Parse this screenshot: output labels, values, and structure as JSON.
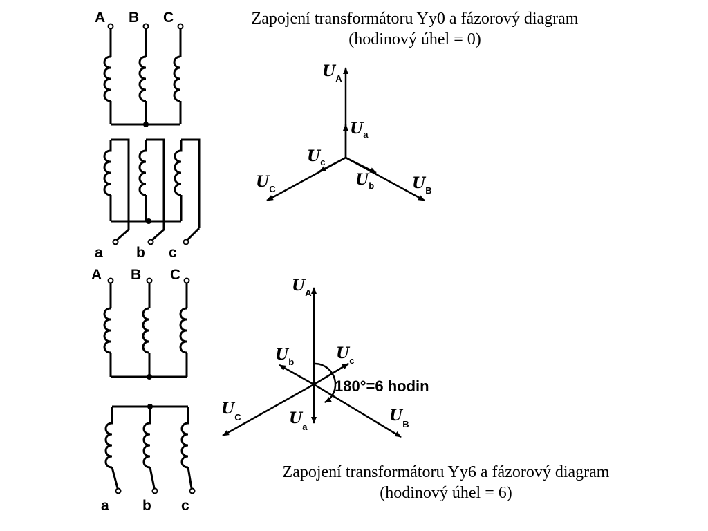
{
  "titles": {
    "yy0_line1": "Zapojení transformátoru Yy0 a fázorový diagram",
    "yy0_line2": "(hodinový úhel = 0)",
    "yy6_line1": "Zapojení transformátoru Yy6 a fázorový diagram",
    "yy6_line2": "(hodinový úhel = 6)"
  },
  "terminals": {
    "primary": [
      "A",
      "B",
      "C"
    ],
    "secondary": [
      "a",
      "b",
      "c"
    ]
  },
  "phasor_symbol": "U",
  "phasor_subscripts": {
    "A": "A",
    "B": "B",
    "C": "C",
    "a": "a",
    "b": "b",
    "c": "c"
  },
  "angle_note": "180°=6 hodin"
}
